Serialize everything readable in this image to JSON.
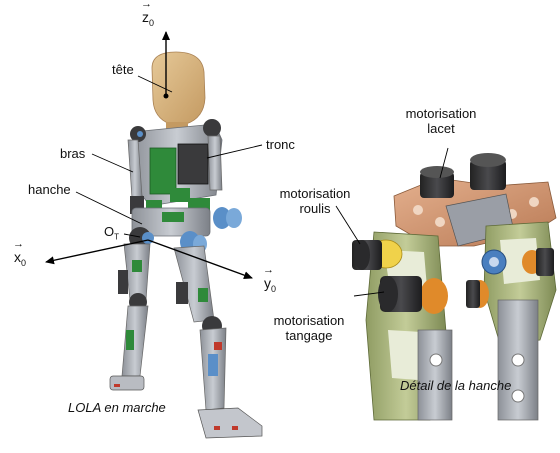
{
  "labels": {
    "tete": "tête",
    "tronc": "tronc",
    "bras": "bras",
    "hanche": "hanche",
    "ot": "O",
    "ot_sub": "T",
    "mot_lacet_1": "motorisation",
    "mot_lacet_2": "lacet",
    "mot_roulis_1": "motorisation",
    "mot_roulis_2": "roulis",
    "mot_tangage_1": "motorisation",
    "mot_tangage_2": "tangage"
  },
  "axes": {
    "z": "z",
    "x": "x",
    "y": "y",
    "sub": "0"
  },
  "captions": {
    "left": "LOLA en marche",
    "right": "Détail de la hanche"
  },
  "colors": {
    "head": "#d9b883",
    "steel": "#a8acb3",
    "dark_motor": "#3a3a3c",
    "green": "#2f8a3a",
    "blue": "#5a8fc8",
    "orange_plate": "#d49a75",
    "olive_frame": "#a4b07a",
    "orange_ring": "#e08a2a"
  }
}
